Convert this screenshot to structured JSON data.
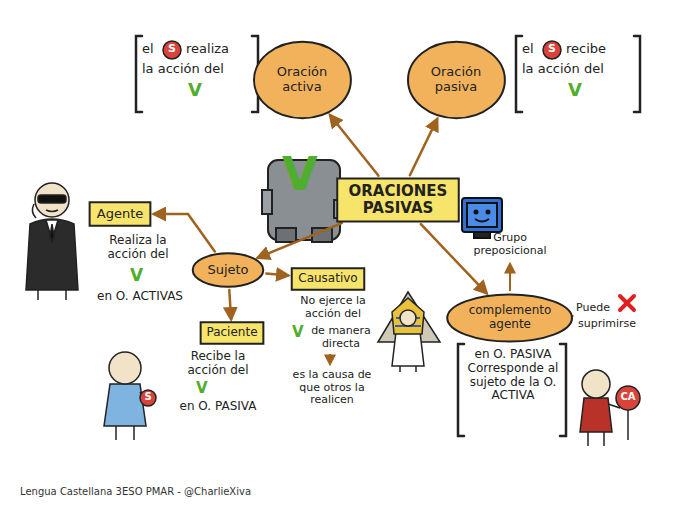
{
  "diagram": {
    "nodes": [
      {
        "text": [
          "Oración activa"
        ]
      },
      {
        "text": [
          "Oración pasiva"
        ]
      },
      {
        "text": [
          "ORACIONES PASIVAS"
        ]
      },
      {
        "text": [
          "Sujeto"
        ]
      },
      {
        "text": [
          "Agente"
        ]
      },
      {
        "text": [
          "Causativo"
        ]
      },
      {
        "text": [
          "Paciente"
        ]
      },
      {
        "text": [
          "complemento agente"
        ]
      }
    ],
    "edges": [
      {
        "from": 2,
        "to": 0,
        "arrow": "to"
      },
      {
        "from": 2,
        "to": 1,
        "arrow": "to"
      },
      {
        "from": 2,
        "to": 3,
        "arrow": "to"
      },
      {
        "from": 2,
        "to": 7,
        "arrow": "to"
      },
      {
        "from": 3,
        "to": 4,
        "arrow": "to"
      },
      {
        "from": 3,
        "to": 5,
        "arrow": "to"
      },
      {
        "from": 3,
        "to": 6,
        "arrow": "to"
      }
    ],
    "labels": [
      "el",
      "S",
      "realiza",
      "la acción del",
      "V",
      "el",
      "S",
      "recibe",
      "la acción del",
      "V",
      "V",
      "Realiza la acción del",
      "V",
      "en O. ACTIVAS",
      "No ejerce la acción del",
      "V",
      "de manera directa",
      "es la causa de que otros la realicen",
      "Recibe la acción del",
      "V",
      "en O. PASIVA",
      "S",
      "Grupo preposicional",
      "Puede",
      "suprimirse",
      "en O. PASIVA Corresponde al sujeto de la O. ACTIVA",
      "CA",
      "Lengua Castellana 3ESO PMAR - @CharlieXiva"
    ]
  }
}
